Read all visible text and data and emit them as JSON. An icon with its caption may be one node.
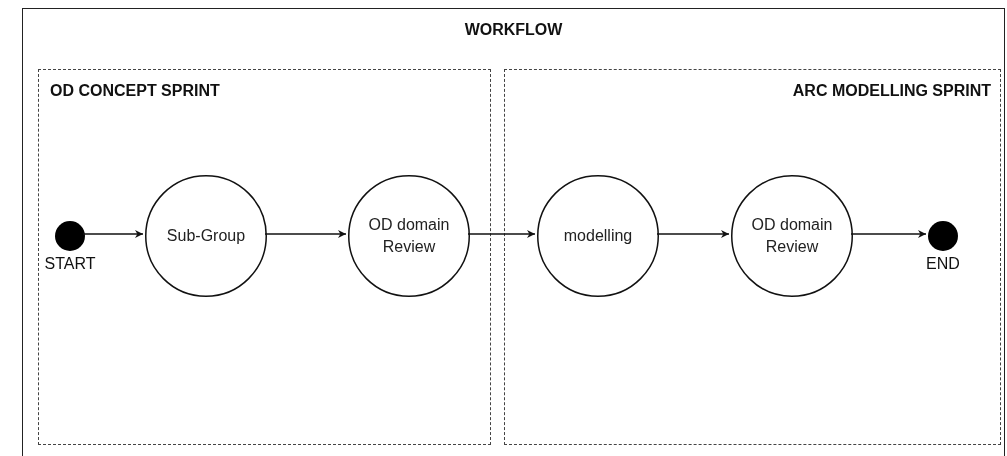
{
  "diagram": {
    "nodes": [
      {
        "text": [
          "WORKFLOW"
        ]
      },
      {
        "text": [
          "OD CONCEPT SPRINT"
        ],
        "in": 0
      },
      {
        "text": [
          "ARC MODELLING SPRINT"
        ],
        "in": 0
      },
      {
        "text": [],
        "shape": "circle",
        "beside": [
          "START"
        ],
        "in": 1
      },
      {
        "text": [
          "Sub-Group"
        ],
        "in": 1
      },
      {
        "text": [
          "OD domain Review"
        ],
        "in": 1
      },
      {
        "text": [
          "modelling"
        ],
        "in": 2
      },
      {
        "text": [
          "OD domain Review"
        ],
        "in": 2
      },
      {
        "text": [],
        "shape": "circle",
        "beside": [
          "END"
        ],
        "in": 2
      }
    ],
    "edges": [
      {
        "from": 3,
        "to": 4,
        "arrow": "to"
      },
      {
        "from": 4,
        "to": 5,
        "arrow": "to"
      },
      {
        "from": 5,
        "to": 6,
        "arrow": "to"
      },
      {
        "from": 6,
        "to": 7,
        "arrow": "to"
      },
      {
        "from": 7,
        "to": 8,
        "arrow": "to"
      }
    ]
  }
}
